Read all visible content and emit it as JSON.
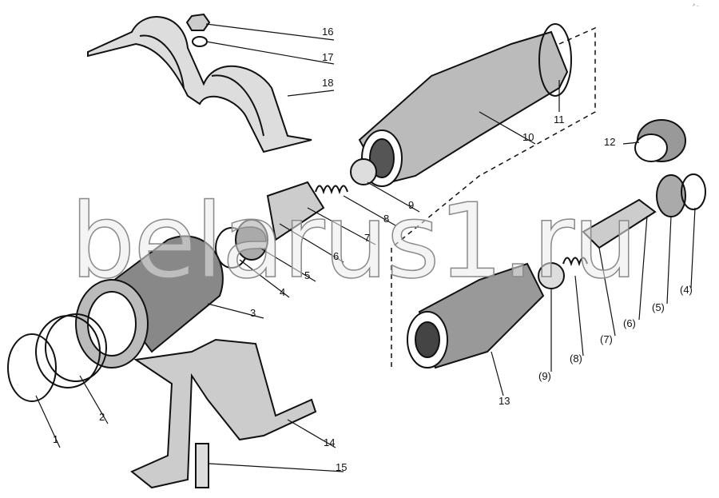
{
  "watermark": "belarus1.ru",
  "corner_note": "↗ ...",
  "labels": {
    "l1": "1",
    "l2": "2",
    "l3": "3",
    "l4": "4",
    "l5": "5",
    "l6": "6",
    "l7": "7",
    "l8": "8",
    "l9": "9",
    "l10": "10",
    "l11": "11",
    "l12": "12",
    "l13": "13",
    "l14": "14",
    "l15": "15",
    "l16": "16",
    "l17": "17",
    "l18": "18",
    "p9": "(9)",
    "p8": "(8)",
    "p7": "(7)",
    "p6": "(6)",
    "p5": "(5)",
    "p4": "(4)"
  }
}
